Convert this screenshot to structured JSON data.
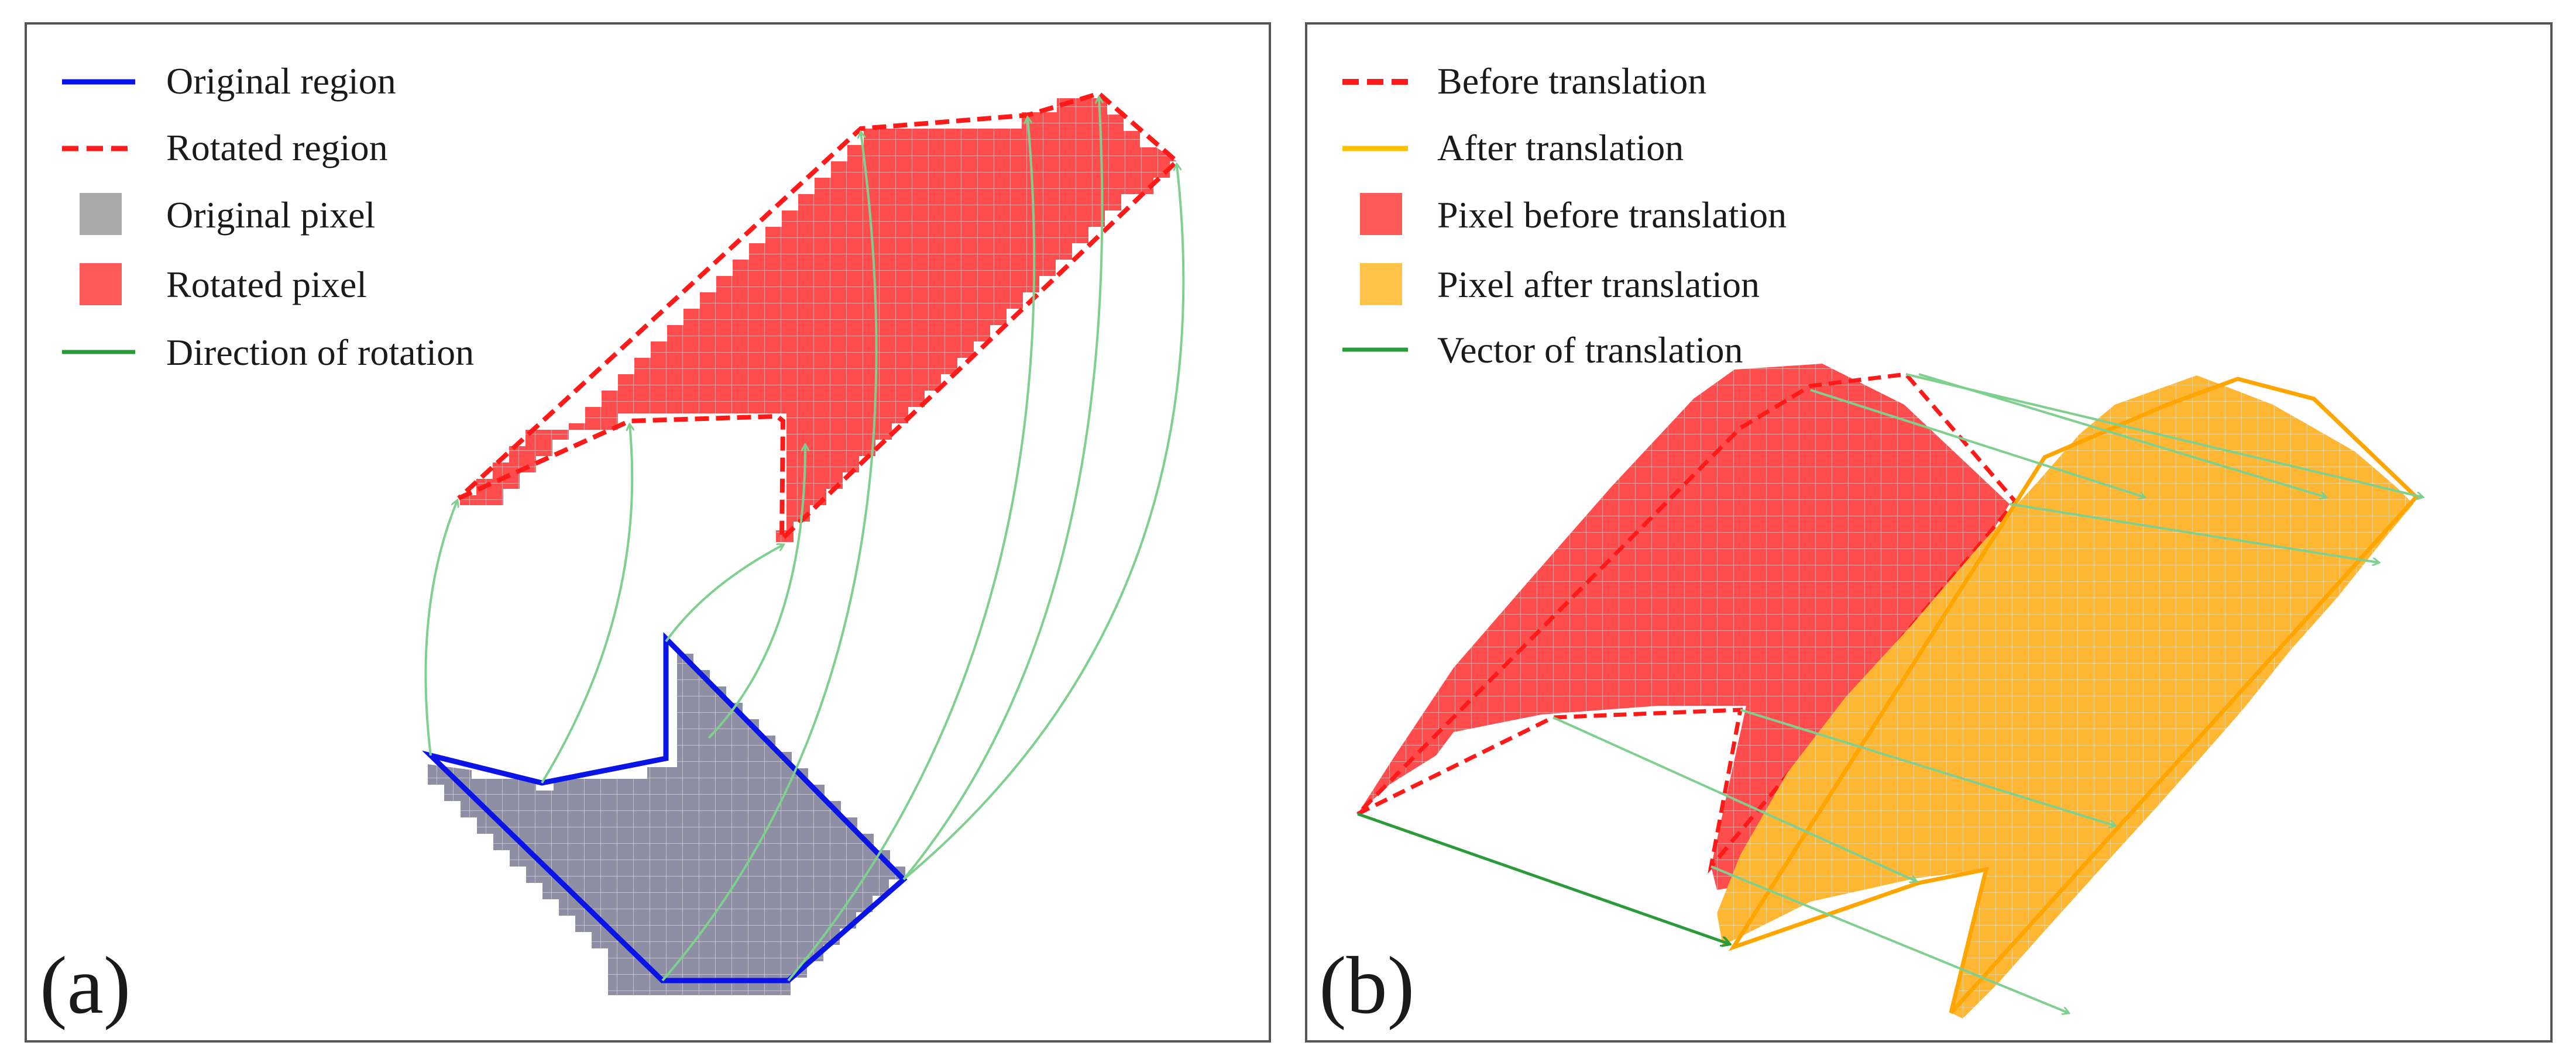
{
  "panel_a": {
    "label": "(a)",
    "legend": [
      {
        "text": "Original region",
        "symbol": "solid-line",
        "color": "#0a14e6"
      },
      {
        "text": "Rotated region",
        "symbol": "dashed-line",
        "color": "#ff1a1a"
      },
      {
        "text": "Original pixel",
        "symbol": "square",
        "color": "#a9a9a9"
      },
      {
        "text": "Rotated pixel",
        "symbol": "square",
        "color": "#ff5a5a"
      },
      {
        "text": "Direction of rotation",
        "symbol": "solid-line",
        "color": "#2a9a3a"
      }
    ]
  },
  "panel_b": {
    "label": "(b)",
    "legend": [
      {
        "text": "Before translation",
        "symbol": "dashed-line",
        "color": "#ff1a1a"
      },
      {
        "text": "After translation",
        "symbol": "solid-line",
        "color": "#ffc000"
      },
      {
        "text": "Pixel before translation",
        "symbol": "square",
        "color": "#ff5a5a"
      },
      {
        "text": "Pixel after translation",
        "symbol": "square",
        "color": "#ffc34a"
      },
      {
        "text": "Vector of translation",
        "symbol": "solid-line",
        "color": "#2a9a3a"
      }
    ]
  },
  "colors": {
    "original_fill": "#8e8ea4",
    "rotated_fill": "#ff4d4d",
    "translated_fill": "#ffb733",
    "arrow": "#7fcf8f",
    "border": "#555555"
  }
}
